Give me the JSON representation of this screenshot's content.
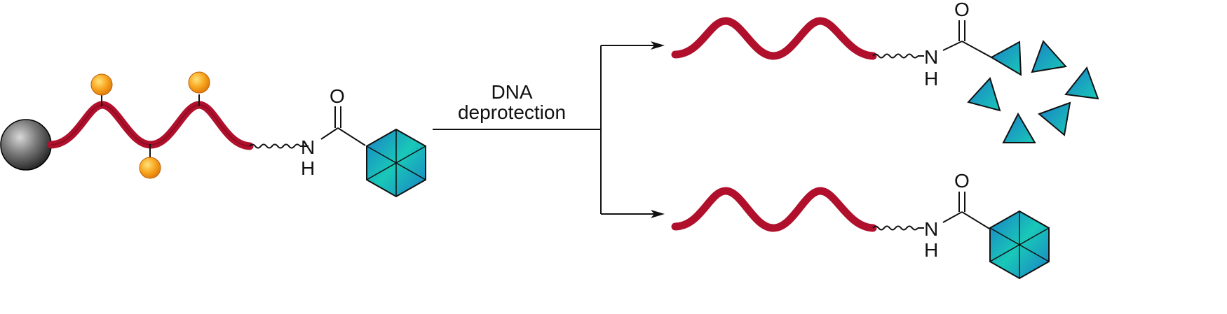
{
  "conditions": {
    "line1": "DNA",
    "line2": "deprotection"
  },
  "atoms": {
    "oxygen": "O",
    "nitrogen": "N",
    "hydrogen": "H"
  },
  "colors": {
    "dna_strand": "#b0102c",
    "dna_strand_dark": "#7a0a1e",
    "protecting_group": "#f7a21b",
    "bead": "#6a6a6a",
    "building_block_light": "#19c8b8",
    "building_block_dark": "#1a7fc6",
    "line": "#111111"
  },
  "icons": {
    "bead": "solid-support-bead-icon",
    "protecting_group": "protecting-group-sphere-icon",
    "building_block_intact": "hexagon-building-block-icon",
    "building_block_degraded": "triangle-fragment-icon"
  },
  "outcomes": {
    "upper": "degraded",
    "lower": "intact"
  }
}
